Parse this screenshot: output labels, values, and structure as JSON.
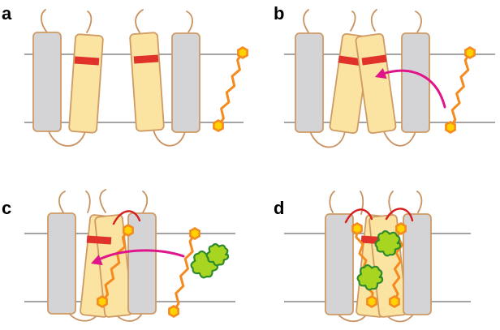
{
  "panels": [
    {
      "label": "a"
    },
    {
      "label": "b"
    },
    {
      "label": "c"
    },
    {
      "label": "d"
    }
  ],
  "colors": {
    "membrane_line": "#6d6d6d",
    "helix_gray_fill": "#d4d4d6",
    "helix_yellow_fill": "#fbe3a2",
    "helix_outline": "#cf9a64",
    "loop": "#c99260",
    "gate_band": "#e0312a",
    "ligand_chain": "#f58a1f",
    "ligand_hex_fill": "#ffd200",
    "ligand_hex_outline": "#f58a1f",
    "arrow": "#e0158a",
    "red_loop": "#d6201f",
    "cofactor_fill": "#a8d51f",
    "cofactor_outline": "#2f8a2e"
  },
  "icons": [
    "hexagon-icon",
    "puzzle-blob-icon",
    "curved-arrow-icon"
  ]
}
